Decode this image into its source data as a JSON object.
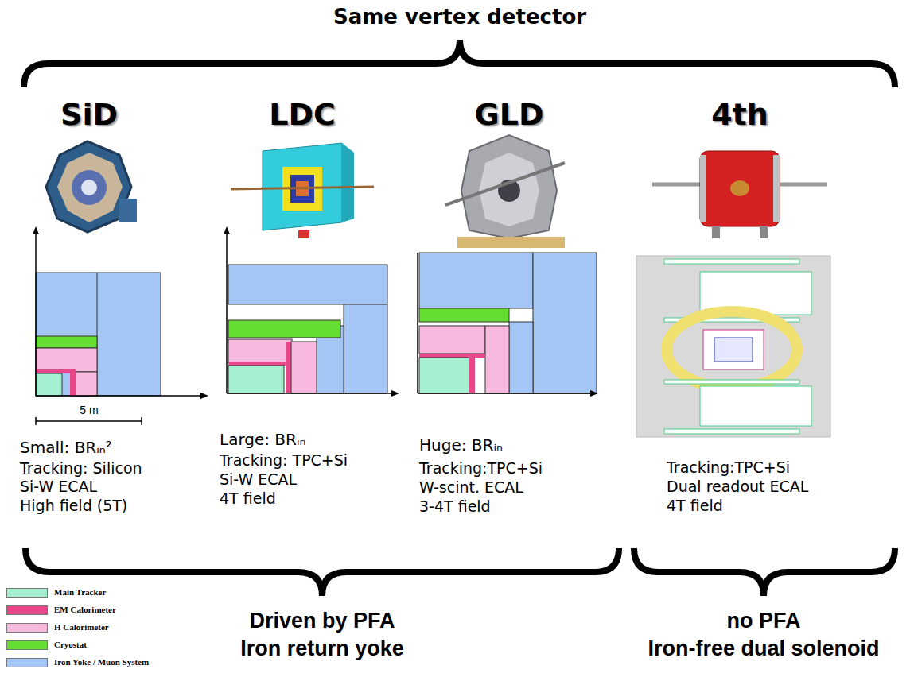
{
  "diagram": {
    "title": "Same vertex detector",
    "labels": [
      "SiD",
      "LDC",
      "GLD",
      "4th",
      "5 m",
      "Small: BRᵢₙ²",
      "Tracking: Silicon",
      "Si-W ECAL",
      "High field (5T)",
      "Large: BRᵢₙ",
      "Tracking: TPC+Si",
      "Si-W ECAL",
      "4T field",
      "Huge: BRᵢₙ",
      "Tracking:TPC+Si",
      "W-scint. ECAL",
      "3-4T field",
      "Tracking:TPC+Si",
      "Dual readout ECAL",
      "4T field",
      "Driven by PFA",
      "Iron return yoke",
      "no PFA",
      "Iron-free dual solenoid"
    ],
    "legend": [
      {
        "text": "Main Tracker",
        "color": "#a6f0d2"
      },
      {
        "text": "EM Calorimeter",
        "color": "#e8488a"
      },
      {
        "text": "H Calorimeter",
        "color": "#f7b9dd"
      },
      {
        "text": "Cryostat",
        "color": "#66dd33"
      },
      {
        "text": "Iron Yoke / Muon System",
        "color": "#a3c6f5"
      }
    ]
  }
}
